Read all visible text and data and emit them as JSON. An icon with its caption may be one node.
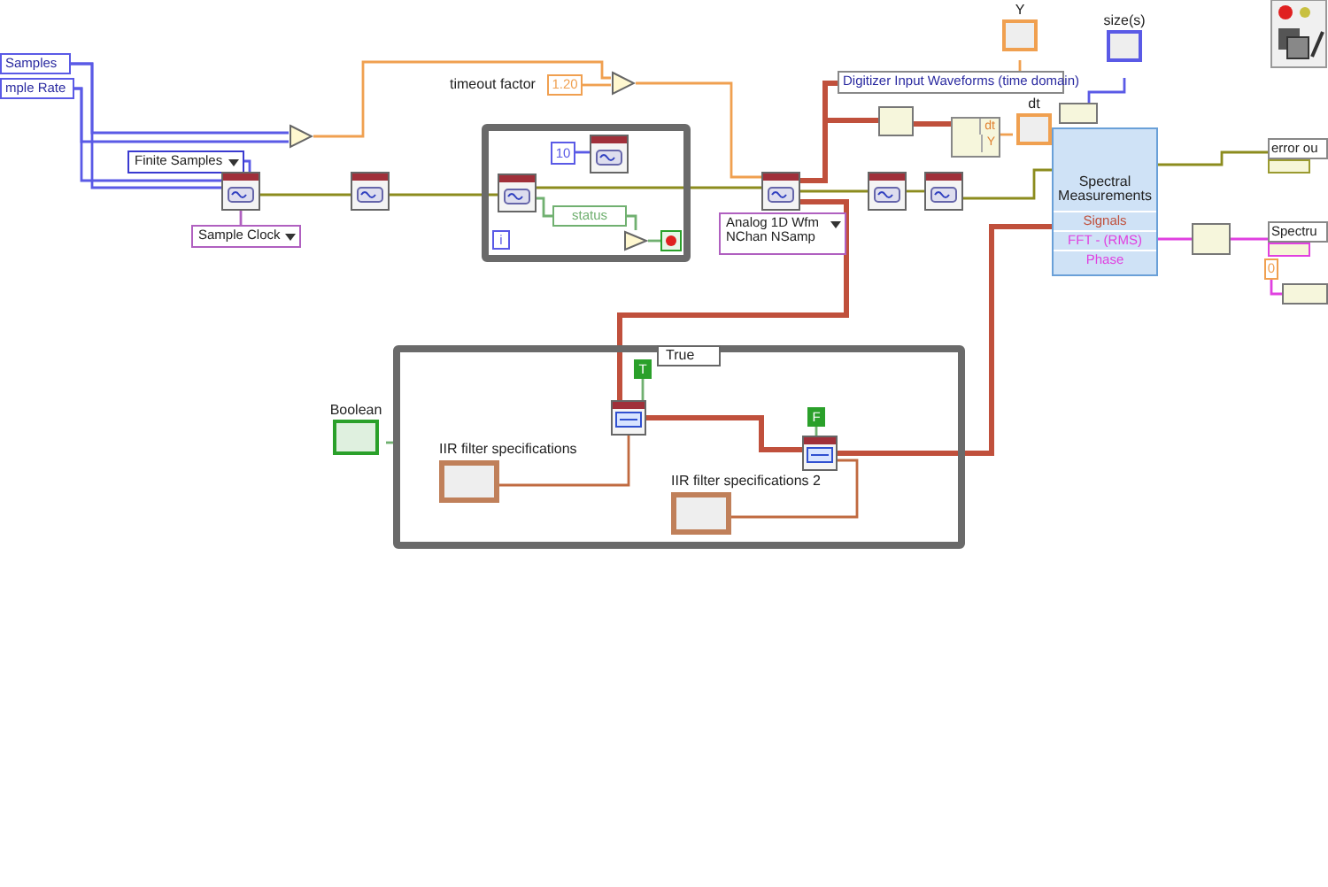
{
  "diagram": {
    "nodes": [
      {
        "text": [
          "Samples"
        ]
      },
      {
        "text": [
          "mple Rate"
        ]
      },
      {
        "text": [
          "Finite Samples"
        ]
      },
      {
        "text": [],
        "shape": "box"
      },
      {
        "text": [
          "Sample Clock"
        ]
      },
      {
        "text": [],
        "shape": "box"
      },
      {
        "text": [],
        "shape": "triangle"
      },
      {
        "text": [
          "1.20"
        ],
        "beside": [
          "timeout factor"
        ]
      },
      {
        "text": [],
        "shape": "triangle"
      },
      {
        "text": [],
        "shape": "box"
      },
      {
        "text": [
          "10"
        ],
        "in": 9
      },
      {
        "text": [],
        "shape": "box",
        "in": 9
      },
      {
        "text": [],
        "shape": "box",
        "in": 9
      },
      {
        "text": [
          "status"
        ],
        "in": 9
      },
      {
        "text": [],
        "shape": "triangle",
        "in": 9
      },
      {
        "text": [],
        "shape": "box",
        "in": 9
      },
      {
        "text": [
          "i"
        ],
        "in": 9
      },
      {
        "text": [],
        "shape": "box"
      },
      {
        "text": [
          "Analog 1D Wfm NChan NSamp"
        ]
      },
      {
        "text": [],
        "shape": "box"
      },
      {
        "text": [],
        "shape": "box"
      },
      {
        "text": [
          "Digitizer Input Waveforms (time domain)"
        ]
      },
      {
        "text": [
          "Y"
        ]
      },
      {
        "text": [
          "size(s)"
        ]
      },
      {
        "text": [],
        "shape": "box"
      },
      {
        "text": [],
        "shape": "box"
      },
      {
        "text": [
          "dt",
          "Y"
        ]
      },
      {
        "text": [
          "dt"
        ]
      },
      {
        "text": [
          "Spectral Measurements",
          "Signals",
          "FFT - (RMS)",
          "Phase"
        ]
      },
      {
        "text": [
          "error ou"
        ]
      },
      {
        "text": [],
        "shape": "box"
      },
      {
        "text": [
          "Spectru"
        ]
      },
      {
        "text": [
          "0"
        ]
      },
      {
        "text": [],
        "shape": "box"
      },
      {
        "text": [
          "True"
        ]
      },
      {
        "text": [
          "Boolean"
        ]
      },
      {
        "text": [
          "T"
        ],
        "in": 34
      },
      {
        "text": [],
        "shape": "box",
        "in": 34
      },
      {
        "text": [
          "IIR filter specifications"
        ],
        "in": 34
      },
      {
        "text": [
          "F"
        ],
        "in": 34
      },
      {
        "text": [],
        "shape": "box",
        "in": 34
      },
      {
        "text": [
          "IIR filter specifications 2"
        ],
        "in": 34
      }
    ],
    "edges": [
      {
        "from": 0,
        "to": 6,
        "arrow": "none",
        "color": "#5a5ae6"
      },
      {
        "from": 1,
        "to": 3,
        "arrow": "none",
        "color": "#5a5ae6"
      },
      {
        "from": 0,
        "to": 3,
        "arrow": "none",
        "color": "#5a5ae6"
      },
      {
        "from": 1,
        "to": 6,
        "arrow": "none",
        "color": "#5a5ae6"
      },
      {
        "from": 2,
        "to": 3,
        "arrow": "none",
        "color": "#5a5ae6"
      },
      {
        "from": 4,
        "to": 3,
        "arrow": "none",
        "color": "#b060c0"
      },
      {
        "from": 3,
        "to": 5,
        "arrow": "none",
        "color": "#8c8c1e"
      },
      {
        "from": 6,
        "to": 8,
        "arrow": "none",
        "color": "#f0a050"
      },
      {
        "from": 7,
        "to": 8,
        "arrow": "none",
        "color": "#f0a050"
      },
      {
        "from": 8,
        "to": 17,
        "arrow": "none",
        "color": "#f0a050"
      },
      {
        "from": 5,
        "to": 12,
        "arrow": "none",
        "color": "#8c8c1e"
      },
      {
        "from": 10,
        "to": 11,
        "arrow": "none",
        "color": "#5a5ae6"
      },
      {
        "from": 12,
        "to": 13,
        "arrow": "none",
        "color": "#70b070"
      },
      {
        "from": 13,
        "to": 14,
        "arrow": "none",
        "color": "#70b070"
      },
      {
        "from": 14,
        "to": 15,
        "arrow": "none",
        "color": "#70b070"
      },
      {
        "from": 12,
        "to": 17,
        "arrow": "none",
        "color": "#8c8c1e"
      },
      {
        "from": 17,
        "to": 19,
        "arrow": "none",
        "color": "#8c8c1e"
      },
      {
        "from": 19,
        "to": 20,
        "arrow": "none",
        "color": "#8c8c1e"
      },
      {
        "from": 17,
        "to": 21,
        "arrow": "none",
        "style": "thick",
        "color": "#c0503c"
      },
      {
        "from": 17,
        "to": 25,
        "arrow": "none",
        "style": "thick",
        "color": "#c0503c"
      },
      {
        "from": 25,
        "to": 26,
        "arrow": "none",
        "style": "thick",
        "color": "#c0503c"
      },
      {
        "from": 26,
        "to": 27,
        "arrow": "none",
        "color": "#f0a050"
      },
      {
        "from": 21,
        "to": 22,
        "arrow": "none",
        "color": "#f0a050"
      },
      {
        "from": 24,
        "to": 23,
        "arrow": "none",
        "color": "#5a5ae6"
      },
      {
        "from": 17,
        "to": 37,
        "arrow": "none",
        "style": "thick",
        "color": "#c0503c"
      },
      {
        "from": 37,
        "to": 40,
        "arrow": "none",
        "style": "thick",
        "color": "#c0503c"
      },
      {
        "from": 40,
        "to": 28,
        "arrow": "none",
        "style": "thick",
        "color": "#c0503c"
      },
      {
        "from": 35,
        "to": 34,
        "arrow": "none",
        "color": "#70b070"
      },
      {
        "from": 36,
        "to": 37,
        "arrow": "none",
        "color": "#70b070"
      },
      {
        "from": 38,
        "to": 37,
        "arrow": "none",
        "color": "#c06a40"
      },
      {
        "from": 39,
        "to": 40,
        "arrow": "none",
        "color": "#70b070"
      },
      {
        "from": 41,
        "to": 40,
        "arrow": "none",
        "color": "#c06a40"
      },
      {
        "from": 20,
        "to": 28,
        "arrow": "none",
        "color": "#8c8c1e"
      },
      {
        "from": 28,
        "to": 29,
        "arrow": "none",
        "color": "#8c8c1e"
      },
      {
        "from": 28,
        "to": 30,
        "arrow": "none",
        "color": "#e040e0"
      },
      {
        "from": 30,
        "to": 31,
        "arrow": "none",
        "color": "#e040e0"
      },
      {
        "from": 32,
        "to": 33,
        "arrow": "none",
        "color": "#e040e0"
      }
    ]
  }
}
